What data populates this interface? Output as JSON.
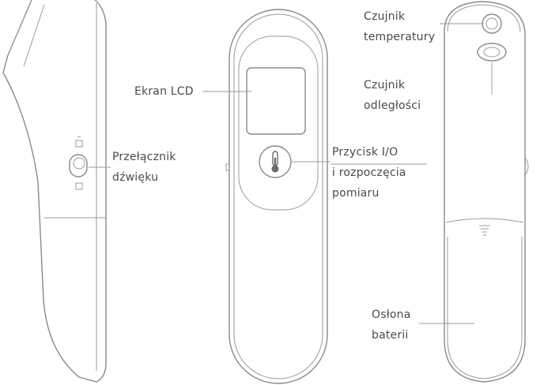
{
  "labels": {
    "lcd_screen": "Ekran LCD",
    "sound_switch": [
      "Przełącznik",
      "dźwięku"
    ],
    "io_button": [
      "Przycisk I/O",
      "i rozpoczęcia",
      "pomiaru"
    ],
    "temperature_sensor": [
      "Czujnik",
      "temperatury"
    ],
    "distance_sensor": [
      "Czujnik",
      "odległości"
    ],
    "battery_cover": [
      "Osłona",
      "baterii"
    ]
  }
}
